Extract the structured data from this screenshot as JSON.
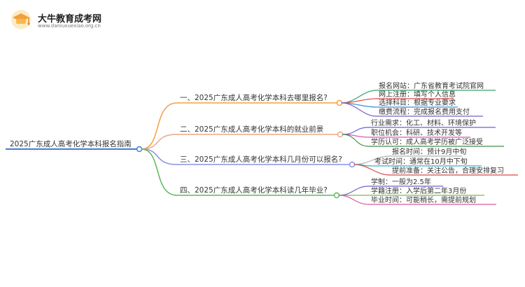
{
  "brand": {
    "name": "大牛教育成考网",
    "url": "www.daniuxuexiao.org.cn"
  },
  "colors": {
    "root": "#3f7fd0",
    "branch_1": "#f0a040",
    "branch_2": "#e8a88a",
    "branch_3": "#8a90e8",
    "branch_4": "#5cb85c",
    "leaf_1": "#3aa06a",
    "leaf_2": "#e04a4a",
    "leaf_3": "#3b8fd6",
    "leaf_4": "#7a5cd0",
    "leaf_5": "#6a5fd8",
    "leaf_6": "#d858b8",
    "leaf_7": "#3e8f4a",
    "leaf_8": "#b0b0b0",
    "leaf_9": "#3ab0c0",
    "leaf_10": "#d84a4a",
    "leaf_11": "#70c040",
    "leaf_12": "#d85aa0"
  },
  "mindmap": {
    "root": "2025广东成人高考化学本科报名指南",
    "branches": [
      {
        "label": "一、2025广东成人高考化学本科去哪里报名?",
        "children": [
          "报名网站：广东省教育考试院官网",
          "网上注册：填写个人信息",
          "选择科目：根据专业要求",
          "缴费流程：完成报名费用支付"
        ]
      },
      {
        "label": "二、2025广东成人高考化学本科的就业前景",
        "children": [
          "行业需求：化工、材料、环境保护",
          "职位机会：科研、技术开发等",
          "学历认可：成人高考学历被广泛接受"
        ]
      },
      {
        "label": "三、2025广东成人高考化学本科几月份可以报名?",
        "children": [
          "报名时间：预计9月中旬",
          "考试时间：通常在10月中下旬",
          "提前准备：关注公告，合理安排复习"
        ]
      },
      {
        "label": "四、2025广东成人高考化学本科读几年毕业?",
        "children": [
          "学制：一般为2.5年",
          "学籍注册：入学后第二年3月份",
          "毕业时间：可能稍长，需提前规划"
        ]
      }
    ]
  }
}
